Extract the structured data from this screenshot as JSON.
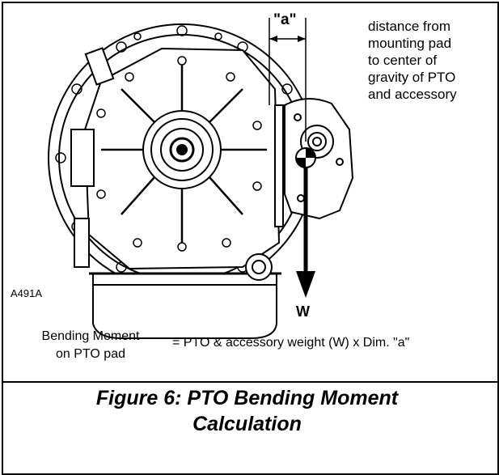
{
  "diagram": {
    "dimension_label": "\"a\"",
    "distance_note": "distance from\nmounting pad\nto center of\ngravity of PTO\nand accessory",
    "weight_label": "W",
    "figure_id": "A491A",
    "bending_left": "Bending Moment\non PTO pad",
    "bending_equation": "=  PTO & accessory weight (W) x Dim. \"a\""
  },
  "caption": {
    "line1": "Figure 6:  PTO Bending Moment",
    "line2": "Calculation"
  }
}
